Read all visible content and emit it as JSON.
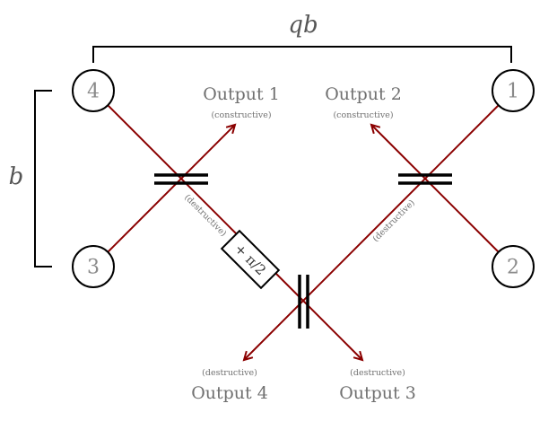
{
  "nodes": [
    {
      "id": "1",
      "label": "1"
    },
    {
      "id": "2",
      "label": "2"
    },
    {
      "id": "3",
      "label": "3"
    },
    {
      "id": "4",
      "label": "4"
    }
  ],
  "dimensions": {
    "horizontal_label": "qb",
    "vertical_label": "b"
  },
  "outputs": {
    "output_1": {
      "title": "Output 1",
      "note": "(constructive)"
    },
    "output_2": {
      "title": "Output 2",
      "note": "(constructive)"
    },
    "output_3": {
      "title": "Output 3",
      "note": "(destructive)"
    },
    "output_4": {
      "title": "Output 4",
      "note": "(destructive)"
    }
  },
  "beam_notes": {
    "left_destructive": "(destructive)",
    "right_destructive": "(destructive)"
  },
  "phase_shifter": {
    "label": "+ π/2"
  },
  "colors": {
    "beam": "#8b0000",
    "label_gray": "#8a8a8a"
  }
}
